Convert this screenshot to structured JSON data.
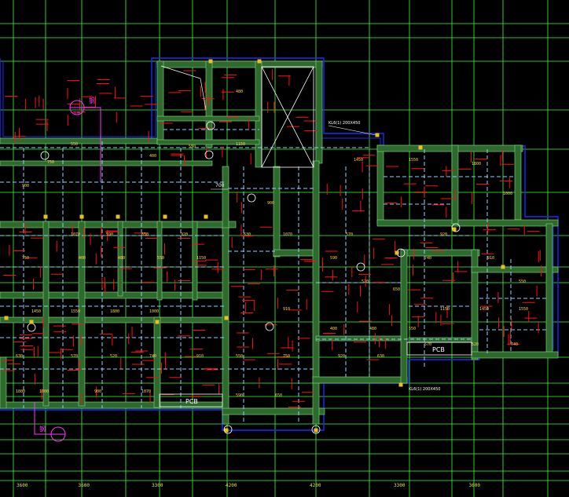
{
  "drawing": {
    "background": "#000000",
    "colors": {
      "grid": "#39ff39",
      "wall_fill": "#2e6a2e",
      "wall_edge": "#7ee07e",
      "outline": "#1a2cff",
      "beam": "#8ed0ff",
      "rebar": "#ff1010",
      "marker": "#ff33ff",
      "text": "#ffd24a",
      "white": "#ffffff"
    },
    "dimensions": [
      "3600",
      "3600",
      "3300",
      "4200",
      "4200",
      "3300",
      "3600"
    ],
    "labels": {
      "pcb_left": "PCB",
      "pcb_right": "PCB",
      "section_mark": "钢",
      "axis_note": "1/B",
      "note_top": "KL6(1) 200X450",
      "note_bottom": "KL6(1) 200X450",
      "dim_700": "700"
    },
    "slab_values": [
      "550",
      "750",
      "400",
      "480",
      "550",
      "1150",
      "1450",
      "1550",
      "1800",
      "1000",
      "900",
      "1070",
      "590",
      "650",
      "920",
      "630",
      "570",
      "520",
      "740",
      "910"
    ]
  }
}
